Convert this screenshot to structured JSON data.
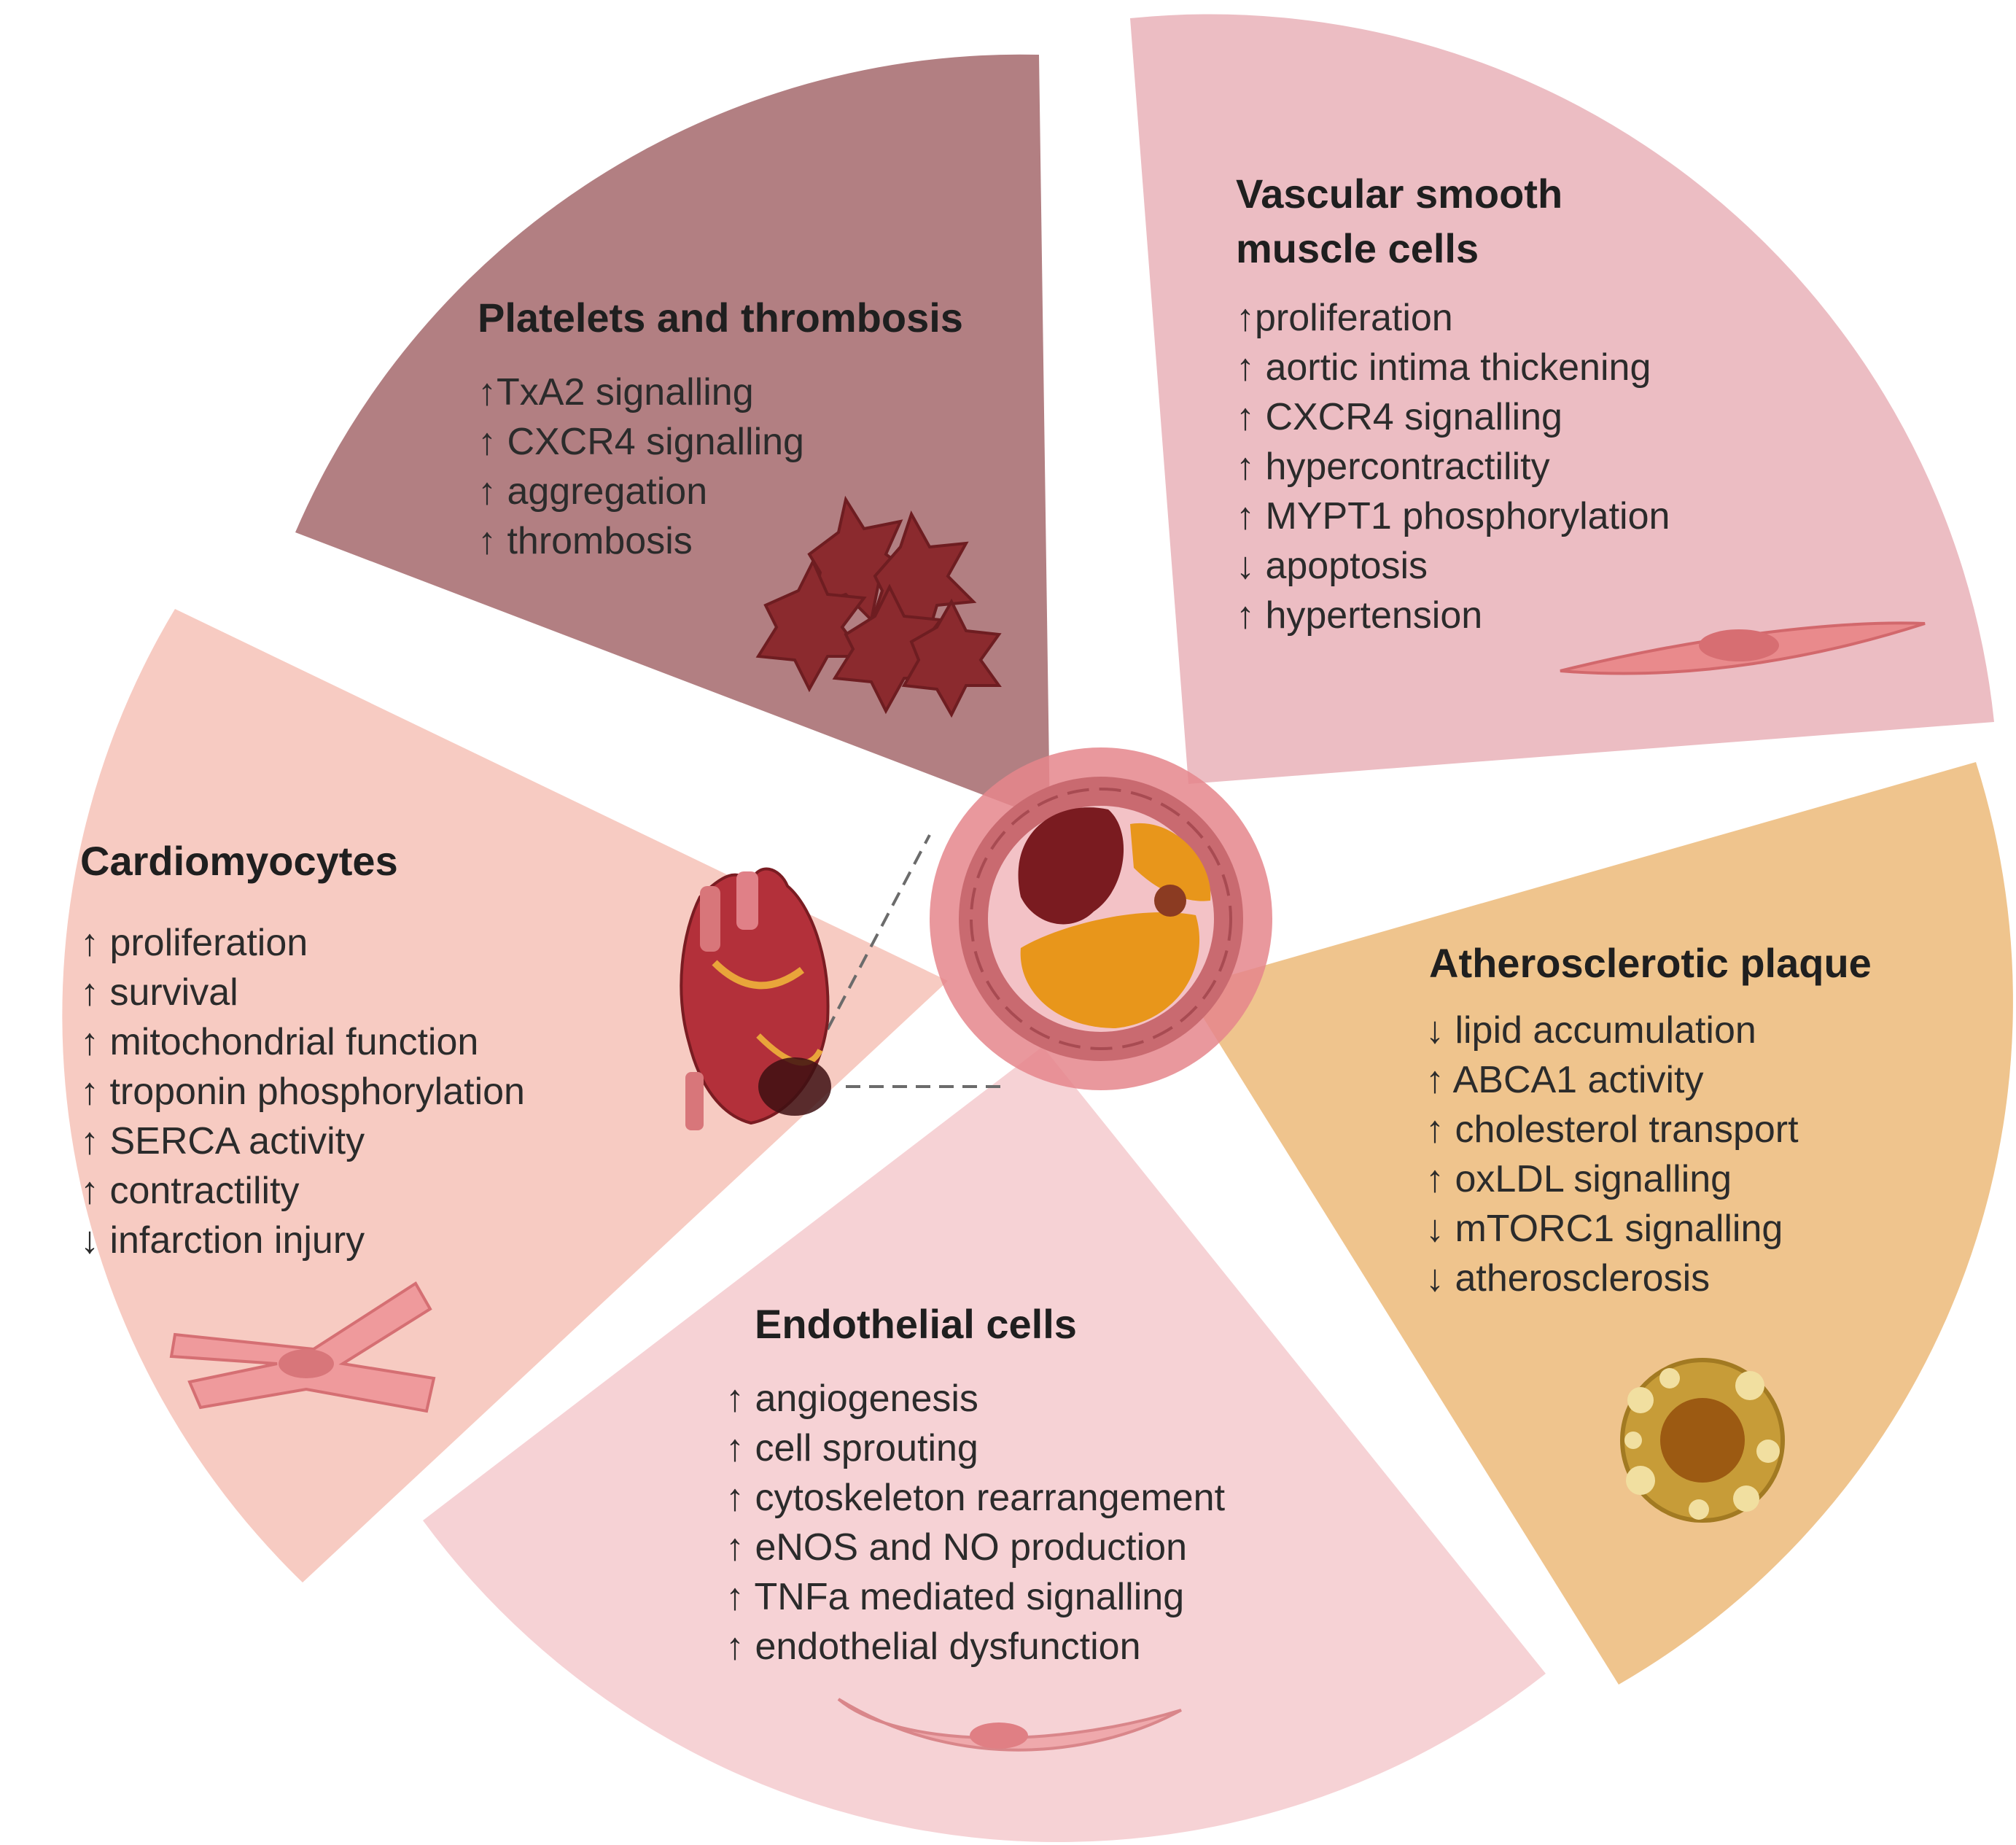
{
  "sectors": {
    "platelets": {
      "title": "Platelets and thrombosis",
      "items": [
        "↑TxA2 signalling",
        "↑  CXCR4 signalling",
        "↑  aggregation",
        "↑  thrombosis"
      ],
      "color": "#b27f82",
      "icon": "platelet-cluster-icon"
    },
    "vsmc": {
      "title_lines": [
        "Vascular smooth",
        "muscle cells"
      ],
      "items": [
        "↑proliferation",
        "↑  aortic intima thickening",
        "↑  CXCR4 signalling",
        "↑  hypercontractility",
        "↑  MYPT1 phosphorylation",
        "↓  apoptosis",
        "↑  hypertension"
      ],
      "color": "#ecbdc3",
      "icon": "smooth-muscle-cell-icon"
    },
    "cardiomyocytes": {
      "title": "Cardiomyocytes",
      "items": [
        "↑  proliferation",
        "↑  survival",
        "↑  mitochondrial function",
        "↑  troponin phosphorylation",
        "↑  SERCA activity",
        "↑  contractility",
        "↓  infarction injury"
      ],
      "color": "#f7cbc2",
      "icon": "cardiomyocyte-icon"
    },
    "plaque": {
      "title": "Atherosclerotic plaque",
      "items": [
        "↓  lipid accumulation",
        "↑  ABCA1 activity",
        "↑  cholesterol transport",
        "↑   oxLDL signalling",
        "↓    mTORC1 signalling",
        "↓  atherosclerosis"
      ],
      "color": "#efc48d",
      "icon": "foam-cell-icon"
    },
    "endothelial": {
      "title": "Endothelial cells",
      "items": [
        "↑  angiogenesis",
        "↑  cell sprouting",
        "↑  cytoskeleton rearrangement",
        "↑  eNOS and NO production",
        "↑   TNFa mediated signalling",
        "↑   endothelial dysfunction"
      ],
      "color": "#f6d2d5",
      "icon": "endothelial-cell-icon"
    }
  },
  "center": {
    "icon": "artery-cross-section-icon",
    "heart_icon": "heart-icon"
  }
}
